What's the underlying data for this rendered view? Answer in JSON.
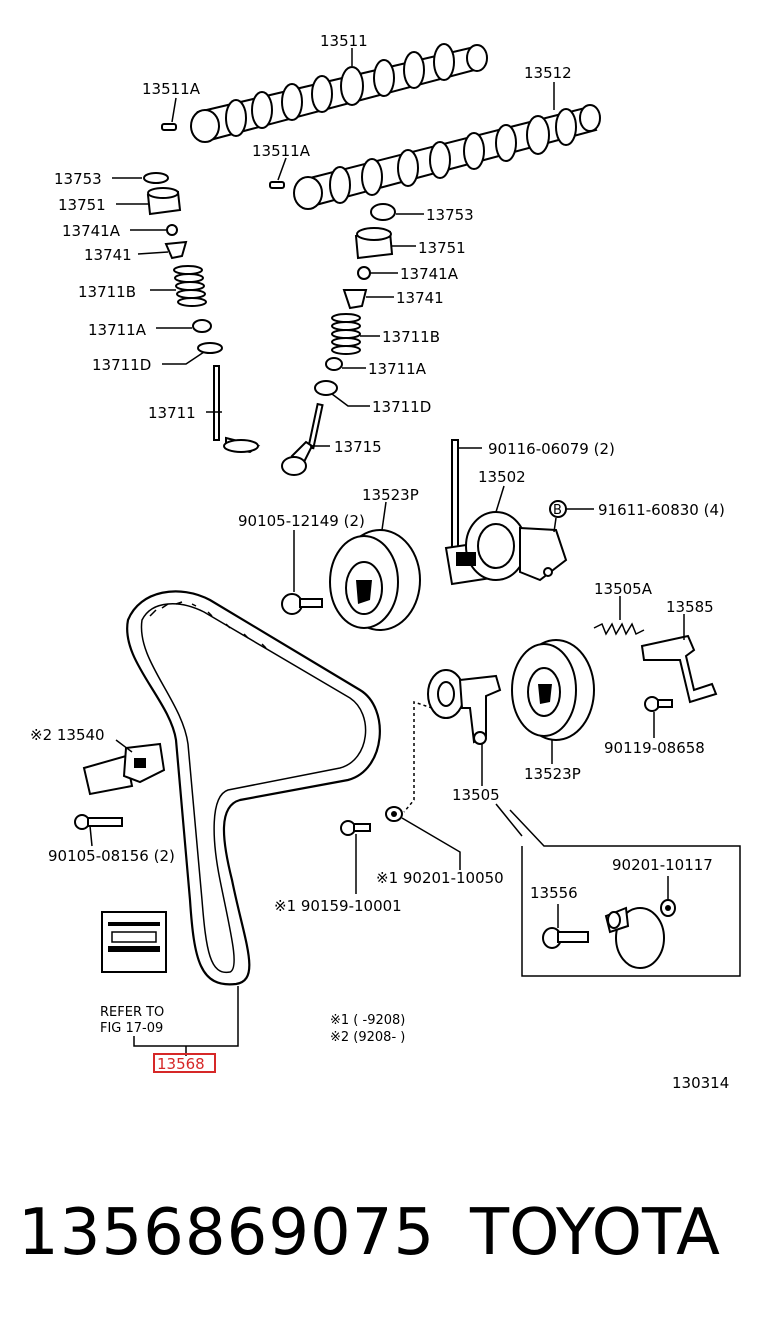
{
  "diagram": {
    "labels": {
      "camshaft_1": "13511",
      "camshaft_2": "13512",
      "pin_1": "13511A",
      "pin_2": "13511A",
      "shim_left": "13753",
      "lifter_left": "13751",
      "keeper_left": "13741A",
      "retainer_left": "13741",
      "spring_left": "13711B",
      "seal_left": "13711A",
      "seat_left": "13711D",
      "valve_left": "13711",
      "shim_right": "13753",
      "lifter_right": "13751",
      "keeper_right": "13741A",
      "retainer_right": "13741",
      "spring_right": "13711B",
      "seal_right": "13711A",
      "seat_right": "13711D",
      "valve_right": "13715",
      "stud": "90116-06079 (2)",
      "idler_bracket": "13502",
      "bolt_b": "91611-60830 (4)",
      "bolt_b_marker": "B",
      "pulley_top": "13523P",
      "bolt_pulley": "90105-12149 (2)",
      "spring_tensioner": "13505A",
      "bracket_13585": "13585",
      "bolt_08658": "90119-08658",
      "tensioner_13540": "※2 13540",
      "bolt_08156": "90105-08156 (2)",
      "pulley_bottom": "13523P",
      "tensioner_13505": "13505",
      "washer_10050": "※1 90201-10050",
      "bolt_10001": "※1 90159-10001",
      "washer_10117": "90201-10117",
      "bolt_13556": "13556",
      "refer_line1": "REFER TO",
      "refer_line2": "FIG 17-09",
      "highlighted_part": "13568",
      "note1": "※1 (       -9208)",
      "note2": "※2 (9208-       )",
      "figure_number": "130314"
    }
  },
  "footer": {
    "part_number": "1356869075",
    "brand": "TOYOTA"
  },
  "colors": {
    "highlight": "#d62828",
    "ink": "#000000",
    "background": "#ffffff"
  }
}
